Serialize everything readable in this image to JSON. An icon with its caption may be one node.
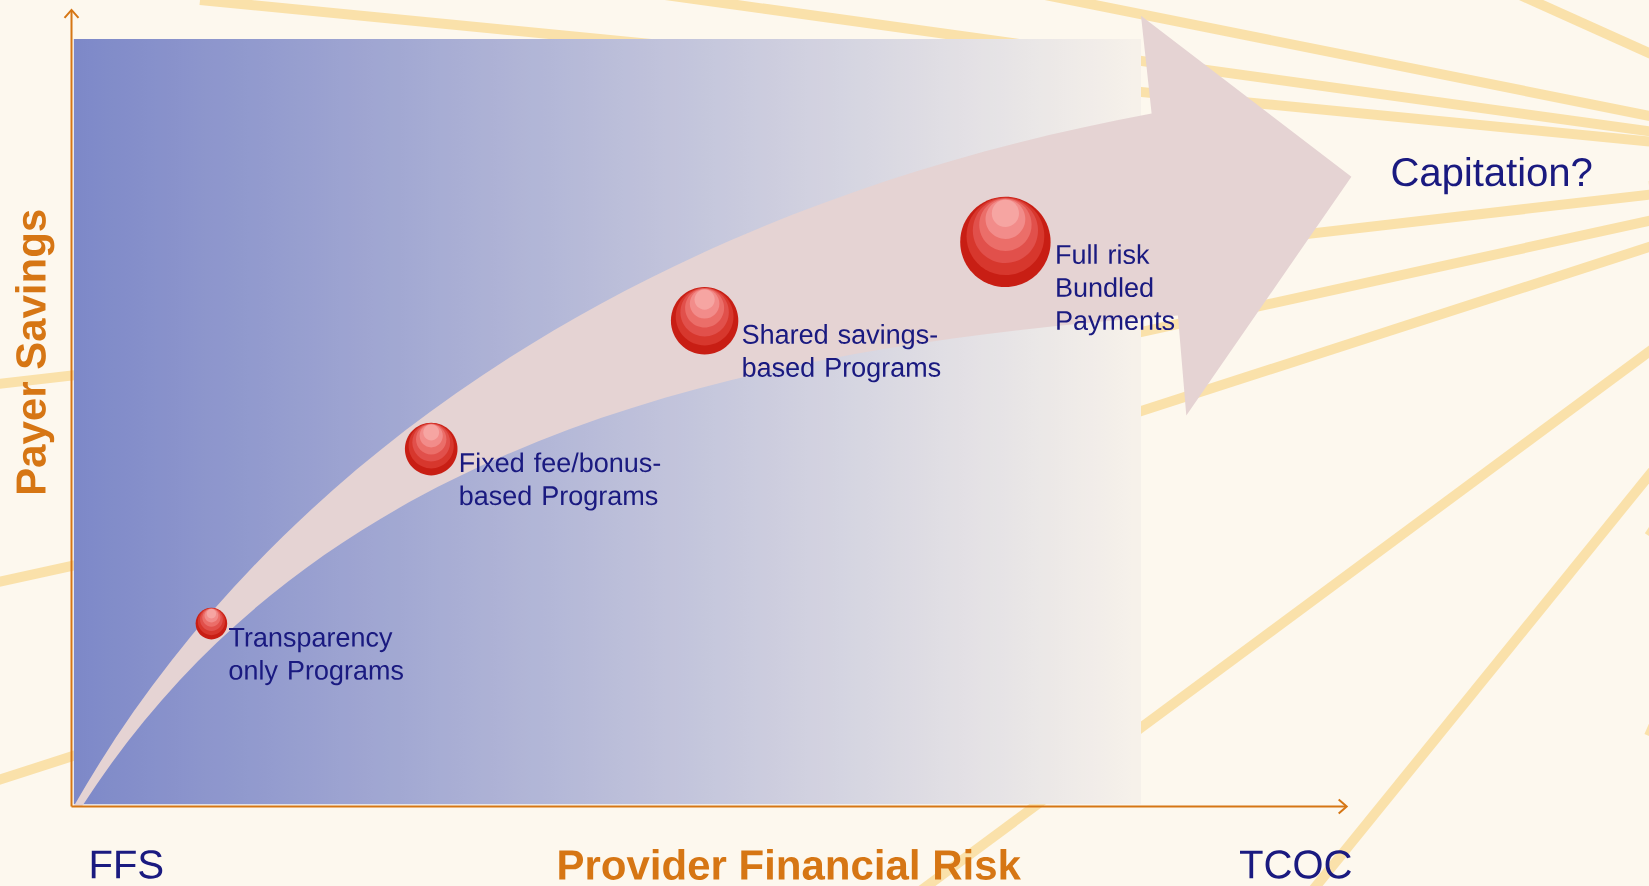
{
  "diagram": {
    "nodes": [
      {
        "text": [],
        "shape": "circle",
        "beside": [
          "Transparency only Programs"
        ]
      },
      {
        "text": [],
        "shape": "circle",
        "beside": [
          "Fixed fee/bonus-based Programs"
        ]
      },
      {
        "text": [],
        "shape": "circle",
        "beside": [
          "Shared savings-based Programs"
        ]
      },
      {
        "text": [],
        "shape": "circle",
        "beside": [
          "Full risk Bundled Payments"
        ]
      }
    ],
    "labels": [
      "Capitation?",
      "Payer Savings",
      "FFS",
      "Provider Financial Risk",
      "TCOC"
    ]
  }
}
